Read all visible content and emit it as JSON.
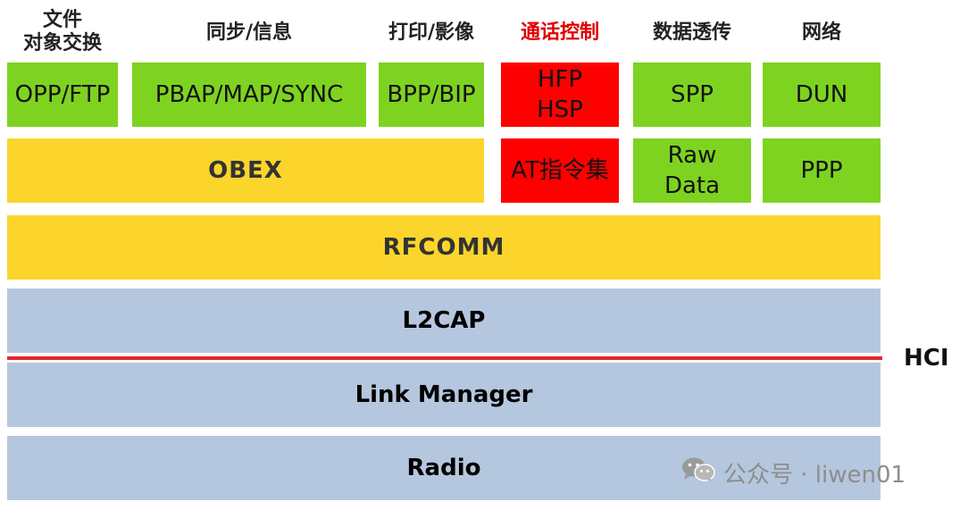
{
  "headers": {
    "file_transfer": "文件\n对象交换",
    "sync_info": "同步/信息",
    "print_image": "打印/影像",
    "call_control": "通话控制",
    "data_passthrough": "数据透传",
    "network": "网络"
  },
  "profiles": {
    "opp_ftp": "OPP/FTP",
    "pbap_map_sync": "PBAP/MAP/SYNC",
    "bpp_bip": "BPP/BIP",
    "hfp_hsp": "HFP\nHSP",
    "spp": "SPP",
    "dun": "DUN"
  },
  "middle": {
    "obex": "OBEX",
    "at_commands": "AT指令集",
    "raw_data": "Raw\nData",
    "ppp": "PPP"
  },
  "layers": {
    "rfcomm": "RFCOMM",
    "l2cap": "L2CAP",
    "hci": "HCI",
    "link_manager": "Link Manager",
    "radio": "Radio"
  },
  "watermark": {
    "icon": "wechat-icon",
    "text": "公众号 · liwen01"
  },
  "colors": {
    "green": "#7ed321",
    "red": "#ff0000",
    "yellow": "#fbd52b",
    "blue": "#b5c7de",
    "hci_line": "#e8242b",
    "call_control_header": "#e00000"
  }
}
